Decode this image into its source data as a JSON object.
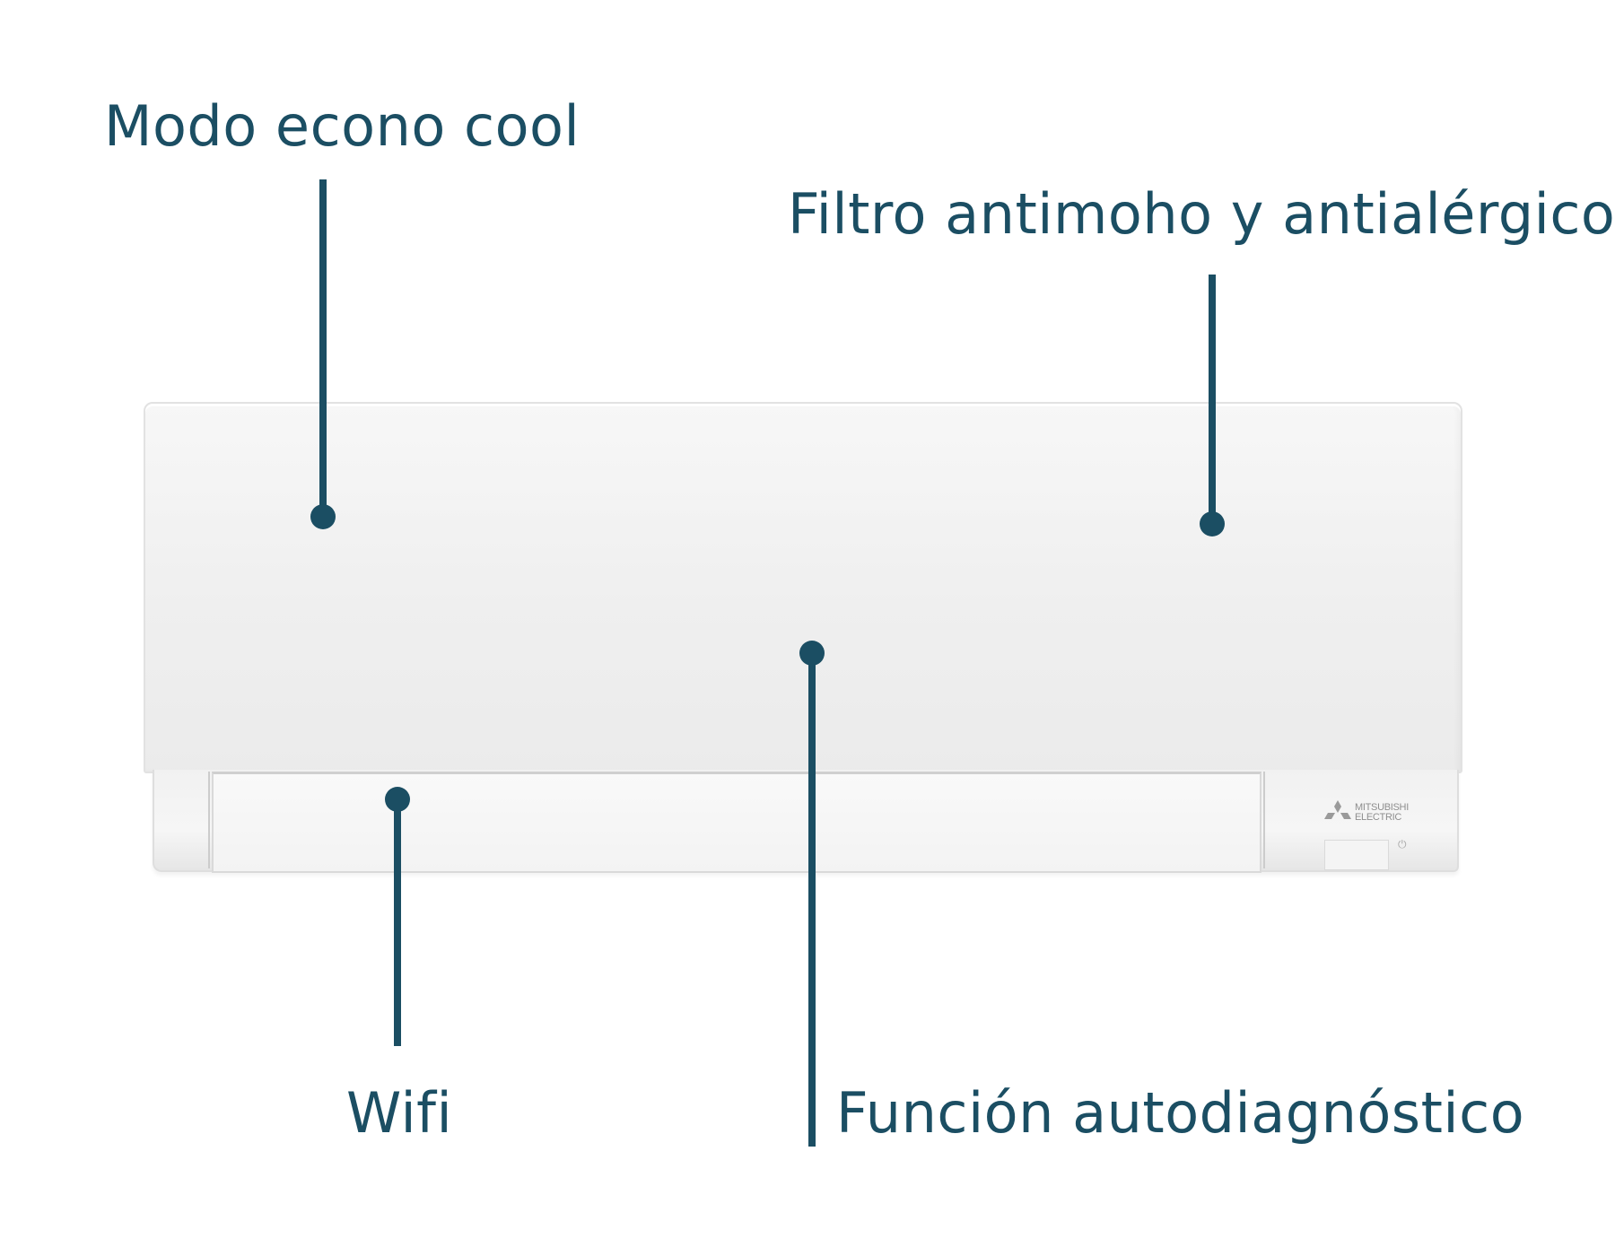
{
  "labels": {
    "econo_cool": "Modo econo cool",
    "filter": "Filtro antimoho y antialérgico",
    "wifi": "Wifi",
    "self_diagnosis": "Función autodiagnóstico"
  },
  "brand": {
    "line1": "MITSUBISHI",
    "line2": "ELECTRIC",
    "logo_icon": "three-diamond-logo-icon",
    "power_icon_glyph": "⏻"
  },
  "colors": {
    "accent": "#1b4e63",
    "unit_body": "#efefef"
  }
}
